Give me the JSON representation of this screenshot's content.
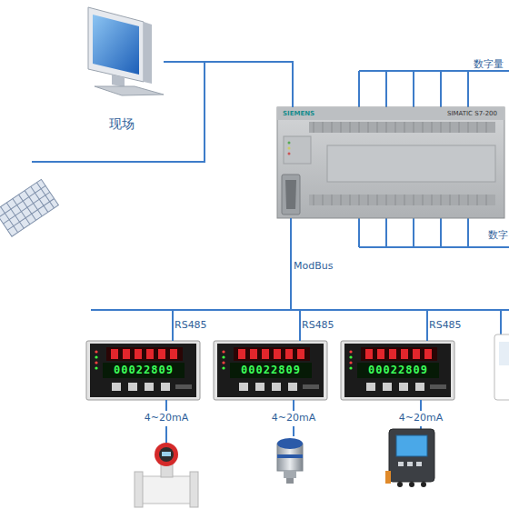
{
  "diagram": {
    "nodes": [
      {
        "text": [
          "现场"
        ]
      },
      {
        "text": [
          "SIEMENS",
          "SIMATIC S7-200"
        ]
      },
      {
        "text": [
          "00022809"
        ]
      },
      {
        "text": [
          "00022809"
        ]
      },
      {
        "text": [
          "00022809"
        ]
      }
    ],
    "edges": [
      {
        "from": 0,
        "to": 1,
        "arrow": "none"
      },
      {
        "from": 1,
        "to": 2,
        "label": "RS485",
        "arrow": "none"
      },
      {
        "from": 1,
        "to": 3,
        "label": "RS485",
        "arrow": "none"
      },
      {
        "from": 1,
        "to": 4,
        "label": "RS485",
        "arrow": "none"
      }
    ],
    "labels": [
      "数字量",
      "数字",
      "ModBus",
      "4~20mA",
      "4~20mA",
      "4~20mA"
    ]
  }
}
